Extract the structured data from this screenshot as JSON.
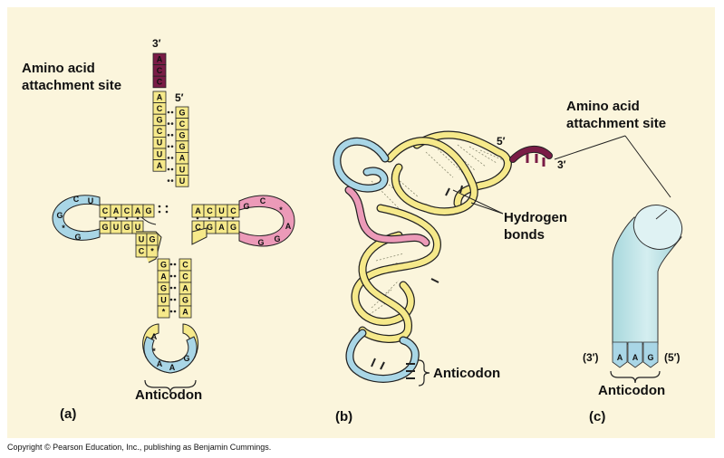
{
  "panel_a": {
    "label": "(a)",
    "three_prime": "3′",
    "five_prime": "5′",
    "amino_line1": "Amino acid",
    "amino_line2": "attachment site",
    "anticodon": "Anticodon",
    "acc_bases": [
      "A",
      "C",
      "C"
    ],
    "acceptor_left": [
      "A",
      "C",
      "G",
      "C",
      "U",
      "U",
      "A"
    ],
    "acceptor_right": [
      "G",
      "C",
      "G",
      "G",
      "A",
      "U",
      "U"
    ],
    "d_arm_top": [
      "C",
      "A",
      "C",
      "A",
      "G"
    ],
    "d_arm_bottom": [
      "G",
      "U",
      "G",
      "U"
    ],
    "d_loop": [
      "U",
      "C",
      "G",
      "*",
      "G"
    ],
    "t_arm_top": [
      "A",
      "C",
      "U",
      "C"
    ],
    "t_arm_bottom": [
      "C",
      "G",
      "A",
      "G"
    ],
    "t_loop": [
      "G",
      "C",
      "*",
      "A",
      "G",
      "G"
    ],
    "ac_stem_left": [
      "G",
      "A",
      "G",
      "U",
      "*"
    ],
    "ac_stem_right": [
      "C",
      "C",
      "A",
      "G",
      "A"
    ],
    "ac_loop": [
      "A",
      "*",
      "A",
      "A",
      "G"
    ],
    "junction": [
      "U",
      "G",
      "C",
      "*"
    ]
  },
  "panel_b": {
    "label": "(b)",
    "five_prime": "5′",
    "three_prime": "3′",
    "hydrogen_line1": "Hydrogen",
    "hydrogen_line2": "bonds",
    "anticodon": "Anticodon"
  },
  "panel_c": {
    "label": "(c)",
    "amino_line1": "Amino acid",
    "amino_line2": "attachment site",
    "three_prime": "(3′)",
    "five_prime": "(5′)",
    "anticodon": "Anticodon",
    "bases": [
      "A",
      "A",
      "G"
    ]
  },
  "copyright": "Copyright © Pearson Education, Inc., publishing as Benjamin Cummings.",
  "colors": {
    "background": "#fbf5dc",
    "yellow": "#f6e98a",
    "blue": "#a9d6e6",
    "pink": "#ec9ab8",
    "maroon": "#7a1c46",
    "cylinder": "#bfe4e8"
  }
}
